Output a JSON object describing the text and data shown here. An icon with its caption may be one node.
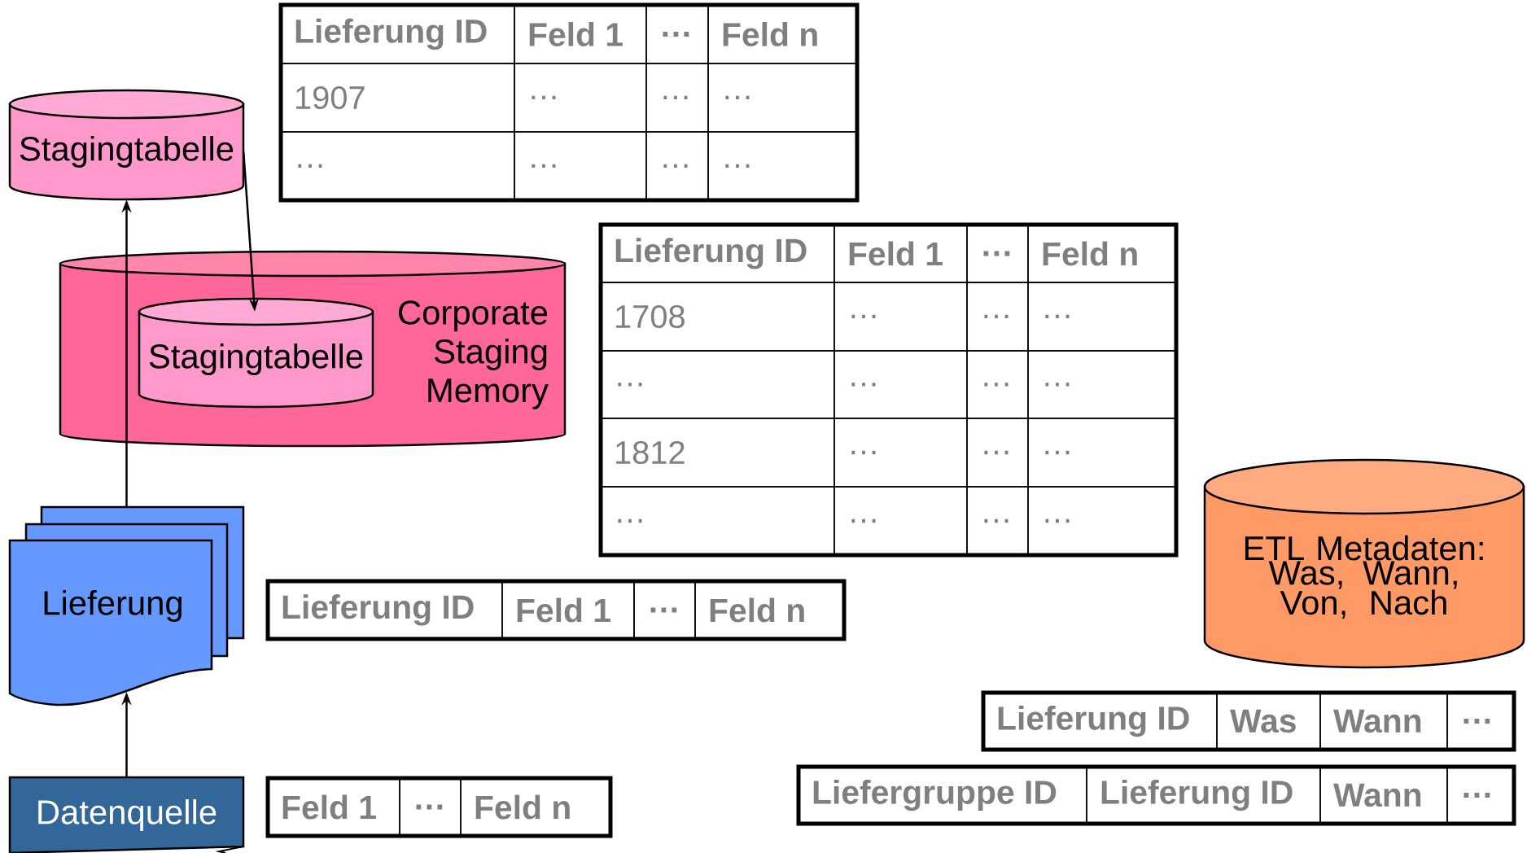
{
  "diagram": {
    "nodes": [
      {
        "text": [
          "Stagingtabelle"
        ]
      },
      {
        "text": [
          "Corporate Staging Memory"
        ]
      },
      {
        "text": [
          "Stagingtabelle"
        ],
        "in": 1
      },
      {
        "text": [
          "Lieferung"
        ]
      },
      {
        "text": [
          "Datenquelle"
        ]
      },
      {
        "text": [
          "ETL Metadaten: Was, Wann, Von, Nach"
        ]
      }
    ],
    "edges": [
      {
        "from": 4,
        "to": 3,
        "arrow": "to"
      },
      {
        "from": 3,
        "to": 0,
        "arrow": "to"
      },
      {
        "from": 0,
        "to": 2,
        "arrow": "to"
      }
    ],
    "labels": [
      "Lieferung ID",
      "Feld 1",
      "…",
      "Feld n",
      "1907",
      "…",
      "…",
      "…",
      "…",
      "…",
      "…",
      "…",
      "Lieferung ID",
      "Feld 1",
      "…",
      "Feld n",
      "1708",
      "…",
      "…",
      "…",
      "…",
      "…",
      "…",
      "…",
      "1812",
      "…",
      "…",
      "…",
      "…",
      "…",
      "…",
      "…",
      "Lieferung ID",
      "Feld 1",
      "…",
      "Feld n",
      "Feld 1",
      "…",
      "Feld n",
      "Lieferung ID",
      "Was",
      "Wann",
      "…",
      "Liefergruppe ID",
      "Lieferung ID",
      "Wann",
      "…"
    ]
  }
}
